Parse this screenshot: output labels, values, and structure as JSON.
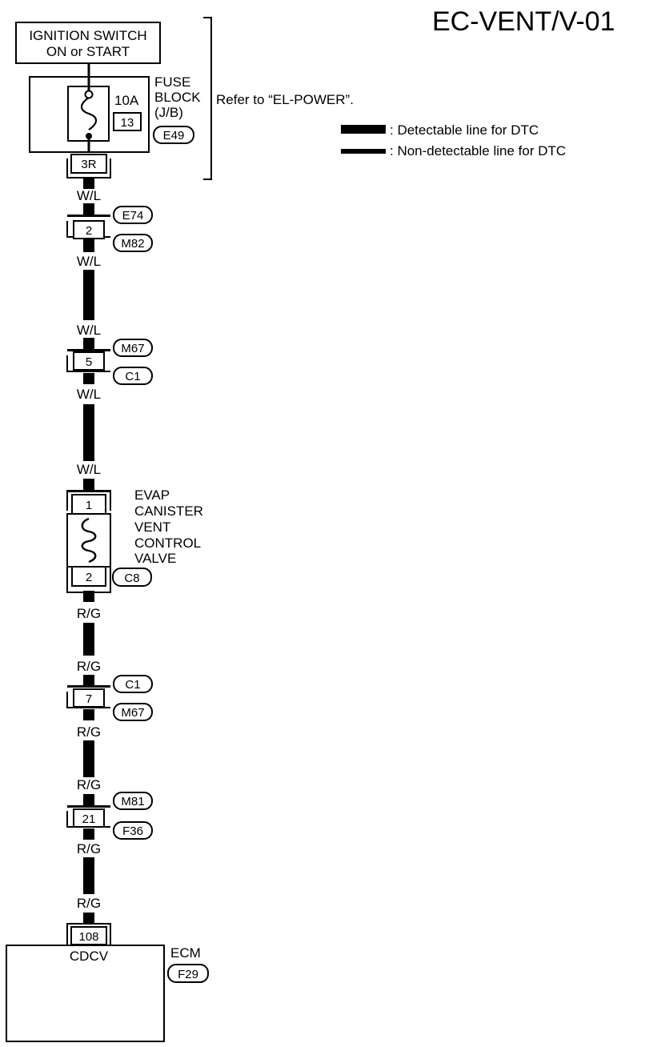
{
  "title": "EC-VENT/V-01",
  "legend": {
    "detectable": ": Detectable line for DTC",
    "non_detectable": ": Non-detectable line for DTC"
  },
  "power": {
    "ignition_line1": "IGNITION SWITCH",
    "ignition_line2": "ON or START",
    "fuse_amp": "10A",
    "fuse_number": "13",
    "fuse_block_line1": "FUSE",
    "fuse_block_line2": "BLOCK",
    "fuse_block_line3": "(J/B)",
    "fuse_block_connector": "E49",
    "fuse_output_pin": "3R",
    "refer_note": "Refer to “EL-POWER”."
  },
  "wires": {
    "wl": "W/L",
    "rg": "R/G"
  },
  "connectors": {
    "j1": {
      "pin": "2",
      "top": "E74",
      "bottom": "M82"
    },
    "j2": {
      "pin": "5",
      "top": "M67",
      "bottom": "C1"
    },
    "j3": {
      "pin": "7",
      "top": "C1",
      "bottom": "M67"
    },
    "j4": {
      "pin": "21",
      "top": "M81",
      "bottom": "F36"
    }
  },
  "valve": {
    "pin_in": "1",
    "pin_out": "2",
    "name_line1": "EVAP",
    "name_line2": "CANISTER",
    "name_line3": "VENT",
    "name_line4": "CONTROL",
    "name_line5": "VALVE",
    "connector": "C8"
  },
  "ecm": {
    "pin": "108",
    "terminal": "CDCV",
    "name": "ECM",
    "connector": "F29"
  }
}
